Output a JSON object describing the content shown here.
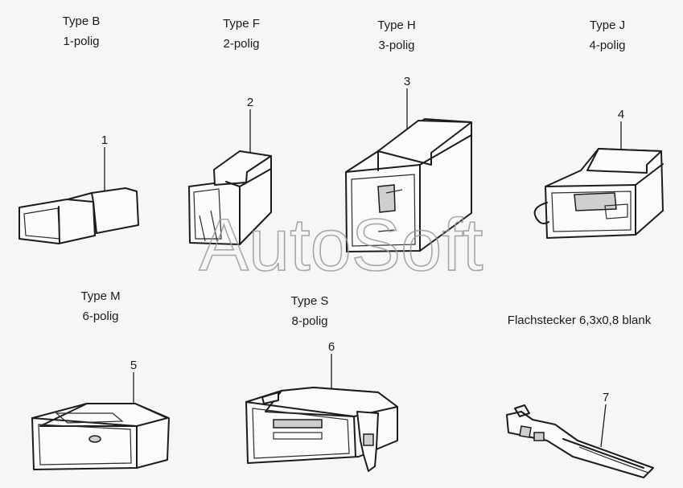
{
  "connectors": [
    {
      "type": "Type B",
      "poles": "1-polig",
      "number": "1"
    },
    {
      "type": "Type F",
      "poles": "2-polig",
      "number": "2"
    },
    {
      "type": "Type H",
      "poles": "3-polig",
      "number": "3"
    },
    {
      "type": "Type J",
      "poles": "4-polig",
      "number": "4"
    },
    {
      "type": "Type M",
      "poles": "6-polig",
      "number": "5"
    },
    {
      "type": "Type S",
      "poles": "8-polig",
      "number": "6"
    },
    {
      "type": "Flachstecker 6,3x0,8 blank",
      "poles": "",
      "number": "7"
    }
  ],
  "watermark": "AutoSoft"
}
